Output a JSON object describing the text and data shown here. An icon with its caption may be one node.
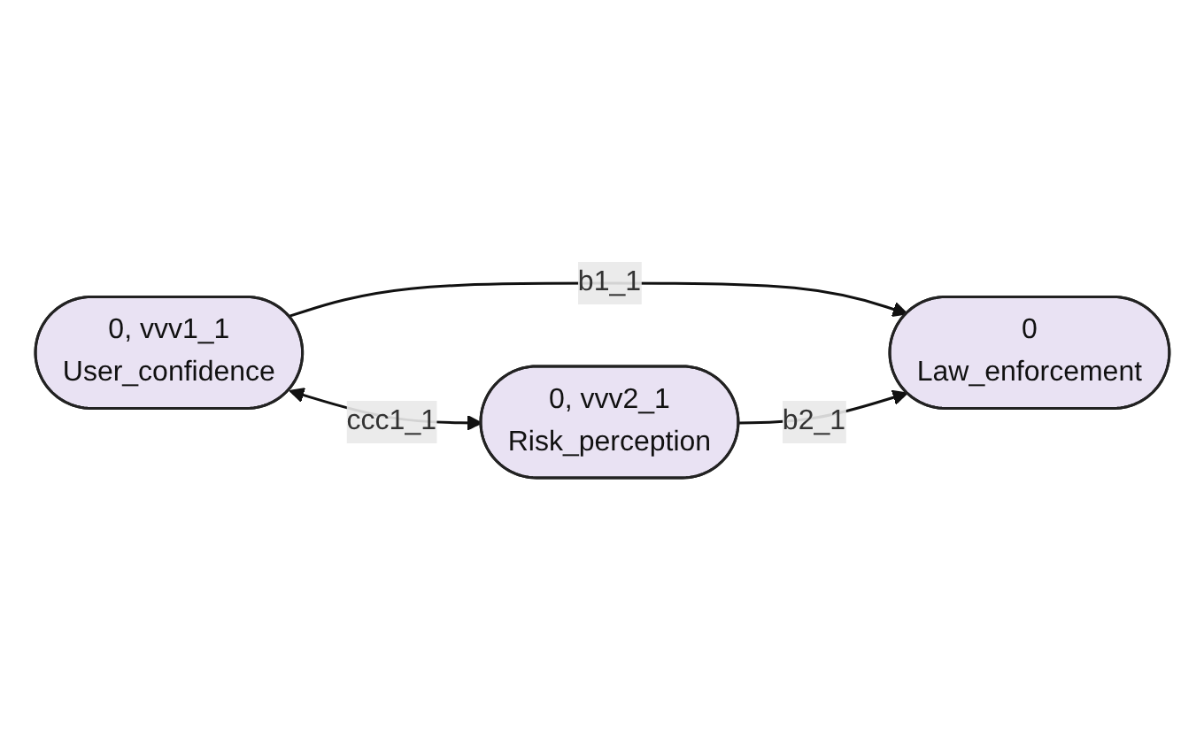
{
  "diagram": {
    "nodes": [
      {
        "text": [
          "0, vvv1_1",
          "User_confidence"
        ]
      },
      {
        "text": [
          "0",
          "Law_enforcement"
        ]
      },
      {
        "text": [
          "0, vvv2_1",
          "Risk_perception"
        ]
      }
    ],
    "edges": [
      {
        "from": 0,
        "to": 1,
        "arrow": "to",
        "label": "b1_1"
      },
      {
        "from": 0,
        "to": 2,
        "arrow": "both",
        "label": "ccc1_1"
      },
      {
        "from": 2,
        "to": 1,
        "arrow": "to",
        "label": "b2_1"
      }
    ]
  }
}
